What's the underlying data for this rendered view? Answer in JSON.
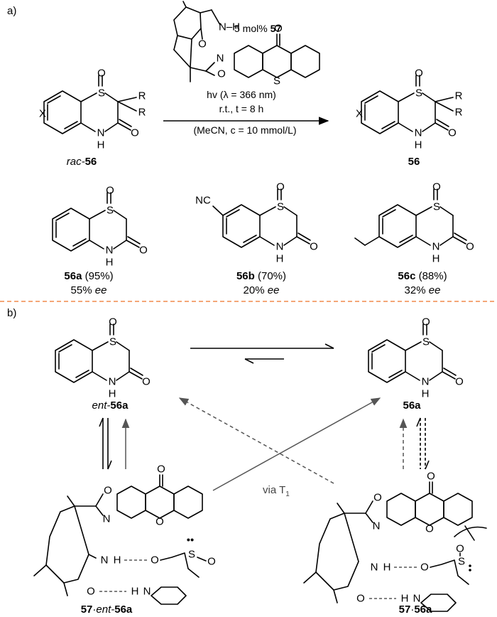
{
  "panels": {
    "a": "a)",
    "b": "b)"
  },
  "colors": {
    "divider": "#f08a4b",
    "grey_arrow": "#555555"
  },
  "reaction": {
    "catalyst_loading": "5 mol%",
    "catalyst_id": "57",
    "light": "hv (λ  = 366 nm)",
    "temp_time": "r.t., t = 8 h",
    "solvent": "(MeCN, c = 10 mmol/L)",
    "substrate_prefix": "rac-",
    "substrate_id": "56",
    "product_id": "56"
  },
  "atoms": {
    "S": "S",
    "O": "O",
    "N": "N",
    "H": "H",
    "R": "R",
    "X": "X",
    "NC": "NC",
    "NH": "N–H",
    "SO": "S",
    "dot2": "••"
  },
  "examples": [
    {
      "id": "56a",
      "yield": "(95%)",
      "ee_value": "55%",
      "ee_unit": "ee"
    },
    {
      "id": "56b",
      "yield": "(70%)",
      "ee_value": "20%",
      "ee_unit": "ee"
    },
    {
      "id": "56c",
      "yield": "(88%)",
      "ee_value": "32%",
      "ee_unit": "ee"
    }
  ],
  "mechanism": {
    "left_prefix": "ent-",
    "left_id": "56a",
    "right_id": "56a",
    "via": "via T",
    "via_sub": "1",
    "complex_left_a": "57",
    "complex_left_b": "·ent-",
    "complex_left_c": "56a",
    "complex_right_a": "57",
    "complex_right_b": "·",
    "complex_right_c": "56a"
  }
}
